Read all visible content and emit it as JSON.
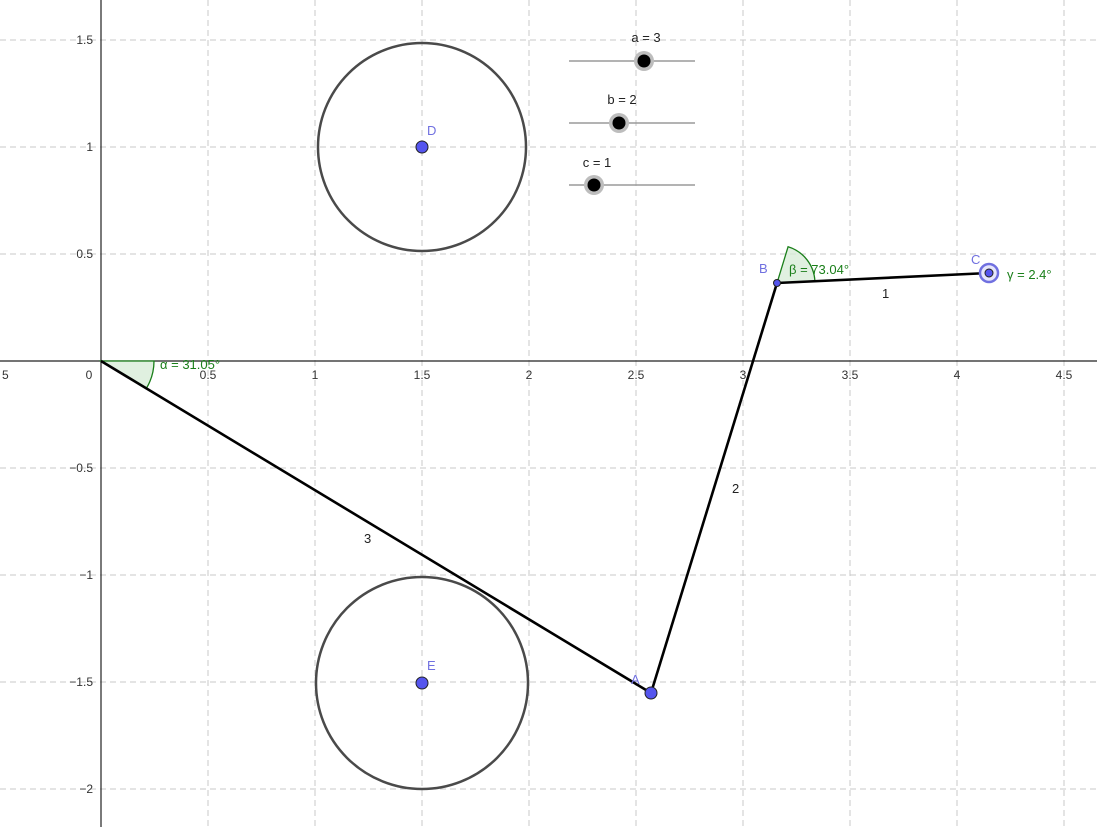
{
  "axes": {
    "x_ticks": [
      "5",
      "0",
      "0.5",
      "1",
      "1.5",
      "2",
      "2.5",
      "3",
      "3.5",
      "4",
      "4.5"
    ],
    "y_ticks": [
      "1.5",
      "1",
      "0.5",
      "−0.5",
      "−1",
      "−1.5",
      "−2"
    ]
  },
  "colors": {
    "point": "#5555ee",
    "angle": "#1a7f1a",
    "angle_fill": "#d8ecd8",
    "circle": "#4a4a4a",
    "segment": "#000000",
    "grid": "#c8c8c8"
  },
  "sliders": [
    {
      "label": "a = 3",
      "value": 3
    },
    {
      "label": "b = 2",
      "value": 2
    },
    {
      "label": "c = 1",
      "value": 1
    }
  ],
  "points": [
    {
      "name": "A",
      "x": 2.57,
      "y": -1.55
    },
    {
      "name": "B",
      "x": 3.16,
      "y": 0.36
    },
    {
      "name": "C",
      "x": 4.15,
      "y": 0.41
    },
    {
      "name": "D",
      "x": 1.5,
      "y": 1.0
    },
    {
      "name": "E",
      "x": 1.5,
      "y": -1.5
    }
  ],
  "circles": [
    {
      "center": "D",
      "radius": 0.48
    },
    {
      "center": "E",
      "radius": 0.5
    }
  ],
  "segments": [
    {
      "from": "O",
      "to": "A",
      "label": "3"
    },
    {
      "from": "A",
      "to": "B",
      "label": "2"
    },
    {
      "from": "B",
      "to": "C",
      "label": "1"
    }
  ],
  "angles": [
    {
      "label": "α = 31.05°"
    },
    {
      "label": "β = 73.04°"
    },
    {
      "label": "γ = 2.4°"
    }
  ]
}
